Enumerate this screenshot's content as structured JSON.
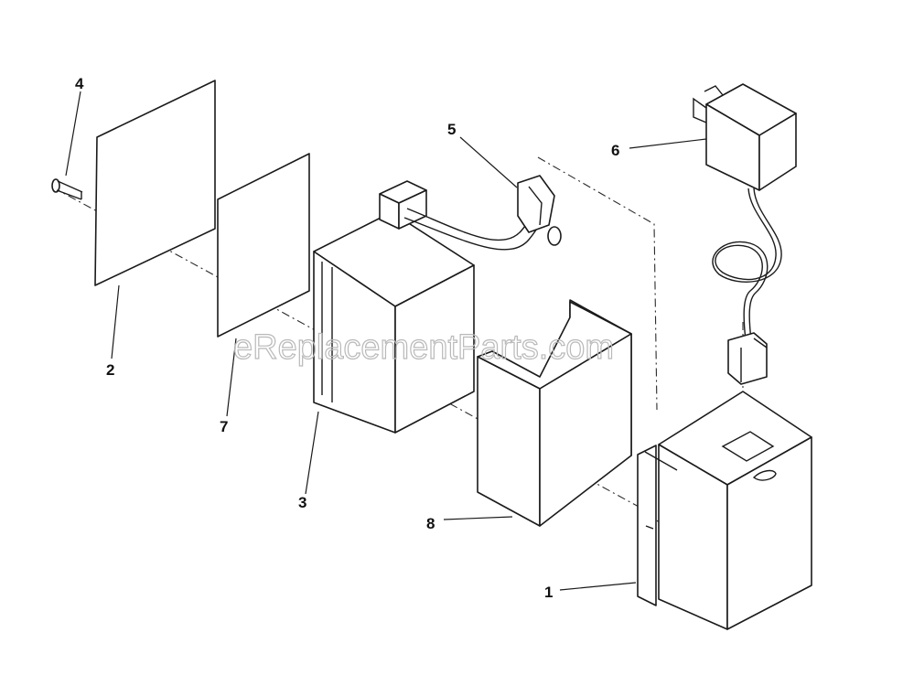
{
  "callouts": [
    "1",
    "2",
    "3",
    "4",
    "5",
    "6",
    "7",
    "8"
  ],
  "watermark": "eReplacementParts.com",
  "colors": {
    "ink": "#1a1a1a",
    "watermark": "#b9b9b9",
    "background": "#ffffff"
  }
}
